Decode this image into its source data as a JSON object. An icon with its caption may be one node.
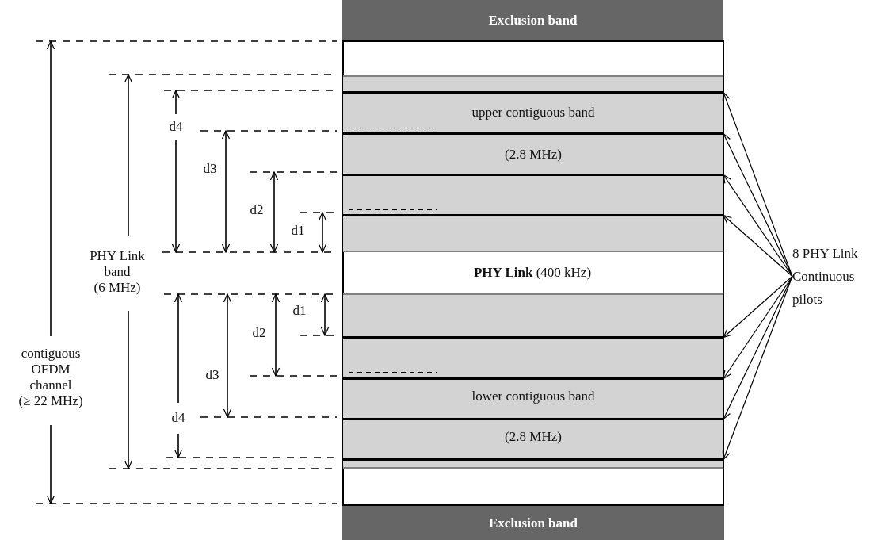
{
  "diagram": {
    "nodes": [
      {
        "text": [
          "Exclusion band"
        ]
      },
      {
        "text": [],
        "shape": "box"
      },
      {
        "text": [
          "upper contiguous band",
          "(2.8 MHz)"
        ],
        "in": 1
      },
      {
        "text": [],
        "shape": "bar",
        "in": 2
      },
      {
        "text": [],
        "shape": "bar",
        "in": 2
      },
      {
        "text": [],
        "shape": "bar",
        "in": 2
      },
      {
        "text": [],
        "shape": "bar",
        "in": 2
      },
      {
        "text": [
          "8 PHY Link Continuous pilots"
        ]
      },
      {
        "text": [
          "lower contiguous band",
          "(2.8 MHz)"
        ],
        "in": 1
      },
      {
        "text": [],
        "shape": "bar",
        "in": 8
      },
      {
        "text": [],
        "shape": "bar",
        "in": 8
      },
      {
        "text": [],
        "shape": "bar",
        "in": 8
      },
      {
        "text": [],
        "shape": "bar",
        "in": 8
      },
      {
        "text": [
          "Exclusion band"
        ]
      }
    ],
    "edges": [
      {
        "from": 7,
        "to": 3,
        "arrow": "to"
      },
      {
        "from": 7,
        "to": 4,
        "arrow": "to"
      },
      {
        "from": 7,
        "to": 5,
        "arrow": "to"
      },
      {
        "from": 7,
        "to": 6,
        "arrow": "to"
      },
      {
        "from": 7,
        "to": 9,
        "arrow": "to"
      },
      {
        "from": 7,
        "to": 10,
        "arrow": "to"
      },
      {
        "from": 7,
        "to": 11,
        "arrow": "to"
      },
      {
        "from": 7,
        "to": 12,
        "arrow": "to"
      }
    ],
    "labels": [
      "d4",
      "d3",
      "d2",
      "d1",
      "PHY Link band (6 MHz)",
      "**PHY Link** (400 kHz)",
      "d1",
      "d2",
      "d3",
      "contiguous OFDM channel (≥ 22 MHz)",
      "d4"
    ]
  }
}
